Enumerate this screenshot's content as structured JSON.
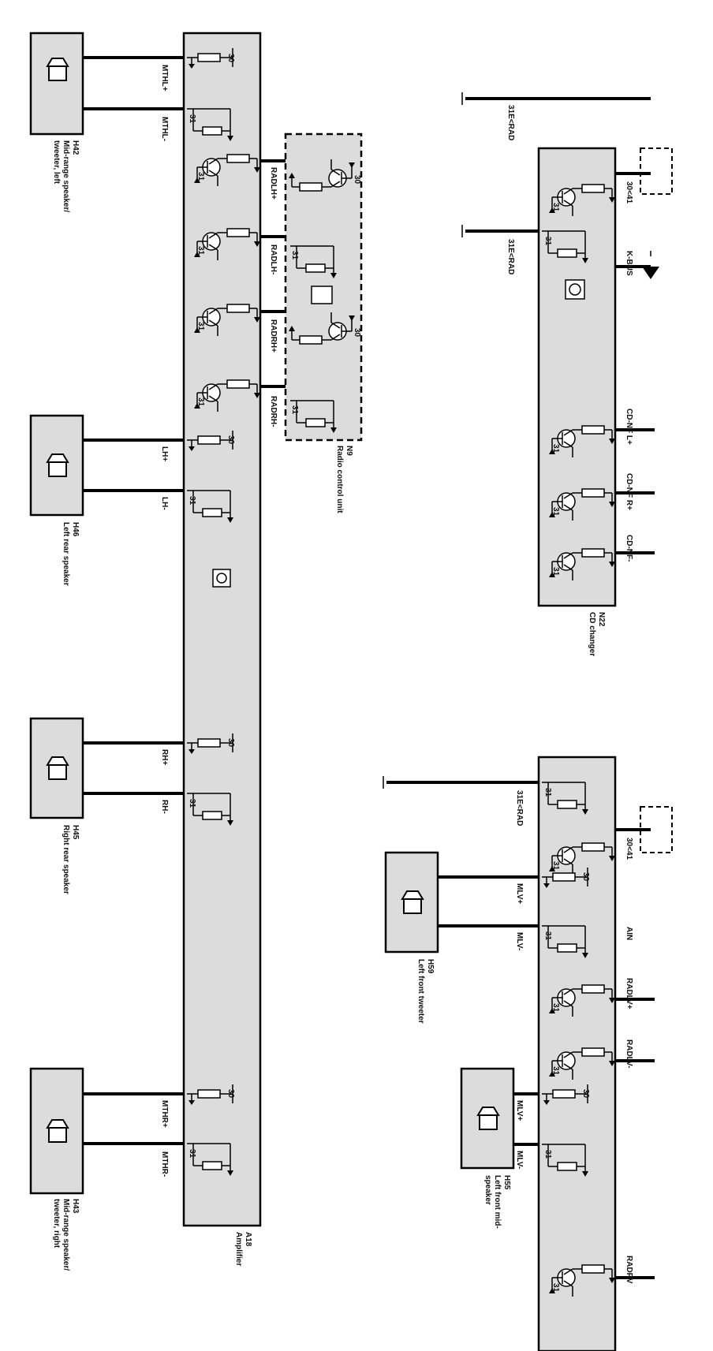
{
  "amplifier": {
    "code": "A18",
    "name": "Amplifier",
    "terminals": [
      "MTHL+",
      "MTHL-",
      "RADLH+",
      "RADLH-",
      "RADRH+",
      "RADRH-",
      "LH+",
      "LH-",
      "RH+",
      "RH-",
      "MTHR+",
      "MTHR-"
    ],
    "pin_positive": "30",
    "pin_negative": "31"
  },
  "radio": {
    "code": "N9",
    "name": "Radio control unit"
  },
  "cd_changer": {
    "code": "N22",
    "name": "CD changer",
    "terminals": [
      "31E<RAD",
      "30<41",
      "31E<RAD",
      "K-BUS",
      "CD-NF L+",
      "CD-NF R+",
      "CD-NF-"
    ]
  },
  "speakers": [
    {
      "code": "H42",
      "line1": "Mid-range speaker/",
      "line2": "tweeter, left"
    },
    {
      "code": "H46",
      "line1": "Left rear speaker",
      "line2": ""
    },
    {
      "code": "H45",
      "line1": "Right rear speaker",
      "line2": ""
    },
    {
      "code": "H43",
      "line1": "Mid-range speaker/",
      "line2": "tweeter, right"
    },
    {
      "code": "H59",
      "line1": "Left front tweeter",
      "line2": ""
    },
    {
      "code": "H55",
      "line1": "Left front mid-",
      "line2": "speaker"
    }
  ],
  "lower_module": {
    "terminals": [
      "31E<RAD",
      "30<41",
      "MLV+",
      "MLV-",
      "MLV+",
      "MLV-",
      "AIN",
      "RADLV+",
      "RADLV-",
      "RADRV"
    ]
  },
  "colors": {
    "module_fill": "#dcdcdc",
    "wire": "#000000",
    "background": "#ffffff"
  }
}
